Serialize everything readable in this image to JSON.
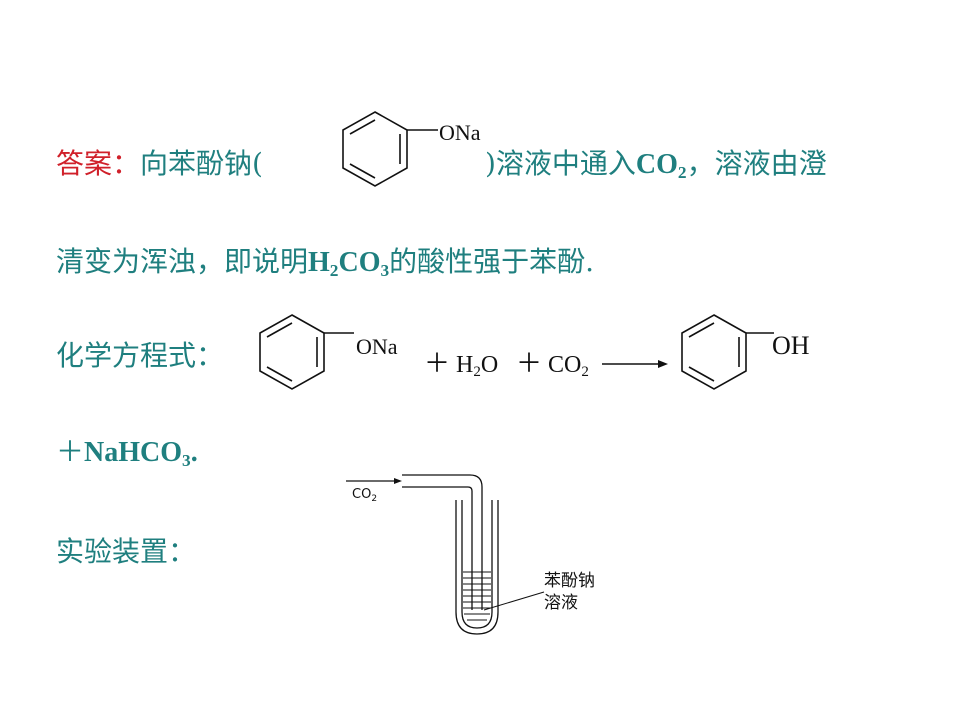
{
  "line1": {
    "label": "答案：",
    "text_a": "向苯酚钠(",
    "text_b": ")溶液中通入",
    "co2_main": "CO",
    "co2_sub": "2",
    "text_c": "，溶液由澄"
  },
  "line2": {
    "text_a": "清变为浑浊，即说明",
    "h": "H",
    "h_sub": "2",
    "co": "CO",
    "co_sub": "3",
    "text_b": "的酸性强于苯酚."
  },
  "line3": {
    "label": "化学方程式："
  },
  "line4": {
    "plus": "＋",
    "formula": "NaHCO",
    "formula_sub": "3",
    "period": "."
  },
  "line5": {
    "label": "实验装置："
  },
  "structures": {
    "sodium_phenoxide_group": "ONa",
    "phenol_group": "OH"
  },
  "equation": {
    "plus1": "＋",
    "h": "H",
    "h_sub": "2",
    "o": "O",
    "plus2": "＋",
    "co": "CO",
    "co_sub": "2"
  },
  "apparatus": {
    "gas": "CO",
    "gas_sub": "2",
    "solution_line1": "苯酚钠",
    "solution_line2": "溶液"
  }
}
